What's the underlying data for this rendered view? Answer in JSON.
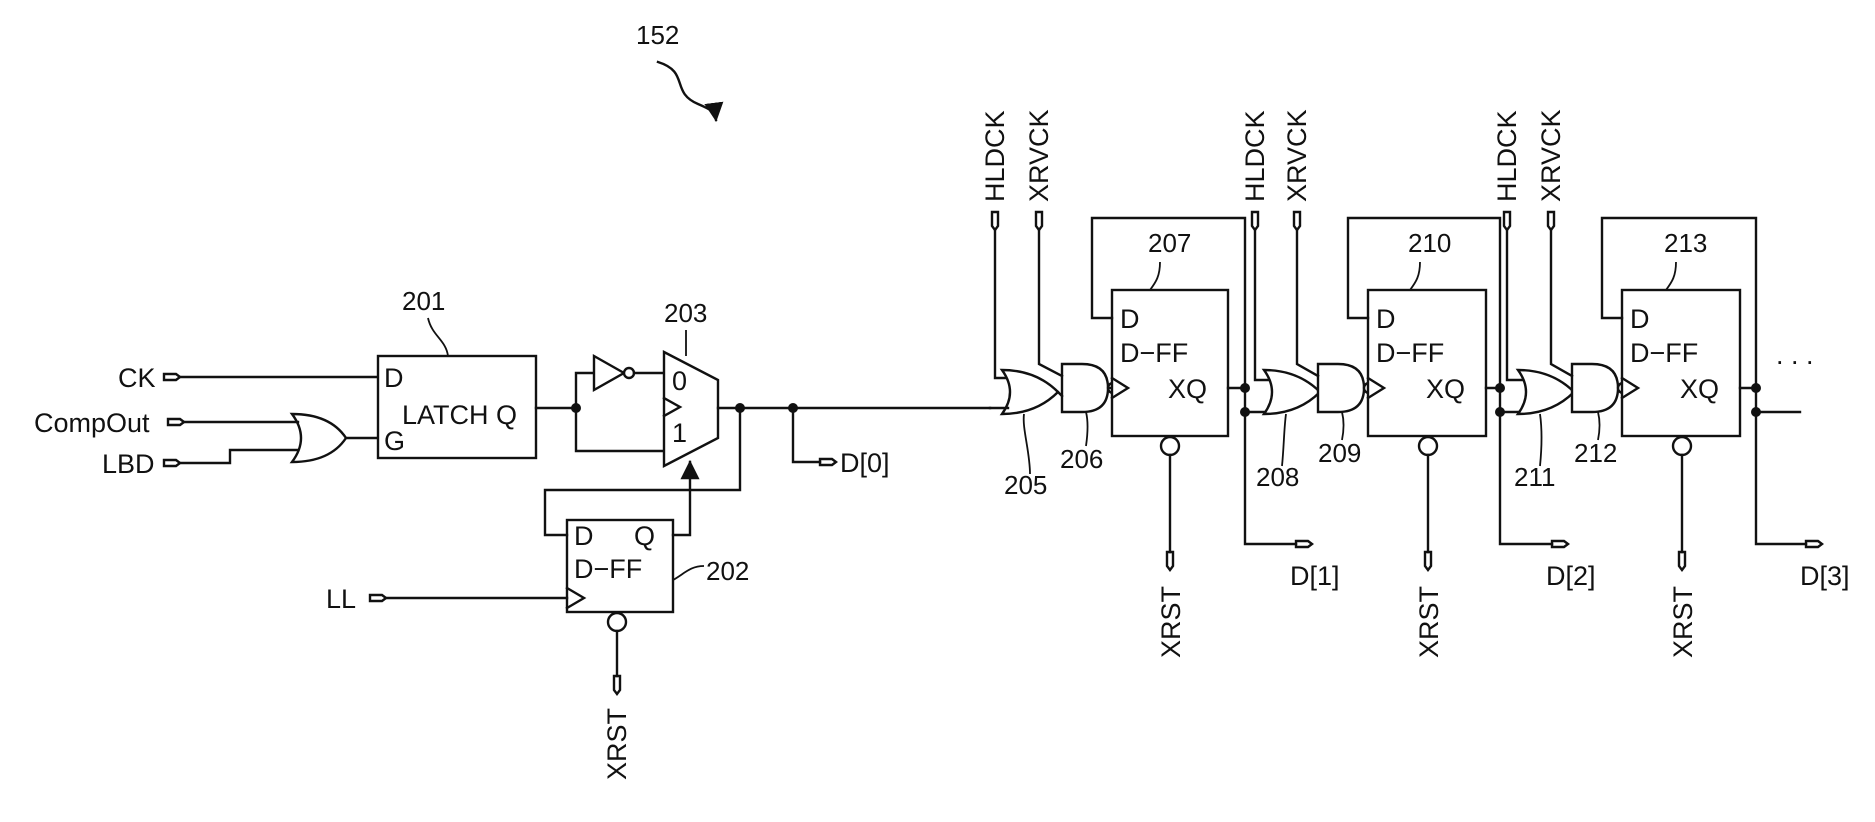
{
  "figure_ref": "152",
  "inputs": {
    "ck": "CK",
    "compout": "CompOut",
    "lbd": "LBD",
    "ll": "LL",
    "xrst": "XRST",
    "hldck": "HLDCK",
    "xrvck": "XRVCK"
  },
  "latch": {
    "ref": "201",
    "d": "D",
    "g": "G",
    "label": "LATCH Q"
  },
  "dff_202": {
    "ref": "202",
    "d": "D",
    "q": "Q",
    "label": "D−FF"
  },
  "mux": {
    "ref": "203",
    "in0": "0",
    "in1": "1"
  },
  "stages": [
    {
      "or_ref": "205",
      "nand_ref": "206",
      "ff_ref": "207",
      "ff_d": "D",
      "ff_label": "D−FF",
      "ff_q": "XQ",
      "output": "D[1]"
    },
    {
      "or_ref": "208",
      "nand_ref": "209",
      "ff_ref": "210",
      "ff_d": "D",
      "ff_label": "D−FF",
      "ff_q": "XQ",
      "output": "D[2]"
    },
    {
      "or_ref": "211",
      "nand_ref": "212",
      "ff_ref": "213",
      "ff_d": "D",
      "ff_label": "D−FF",
      "ff_q": "XQ",
      "output": "D[3]"
    }
  ],
  "output_d0": "D[0]",
  "continuation": ". . ."
}
